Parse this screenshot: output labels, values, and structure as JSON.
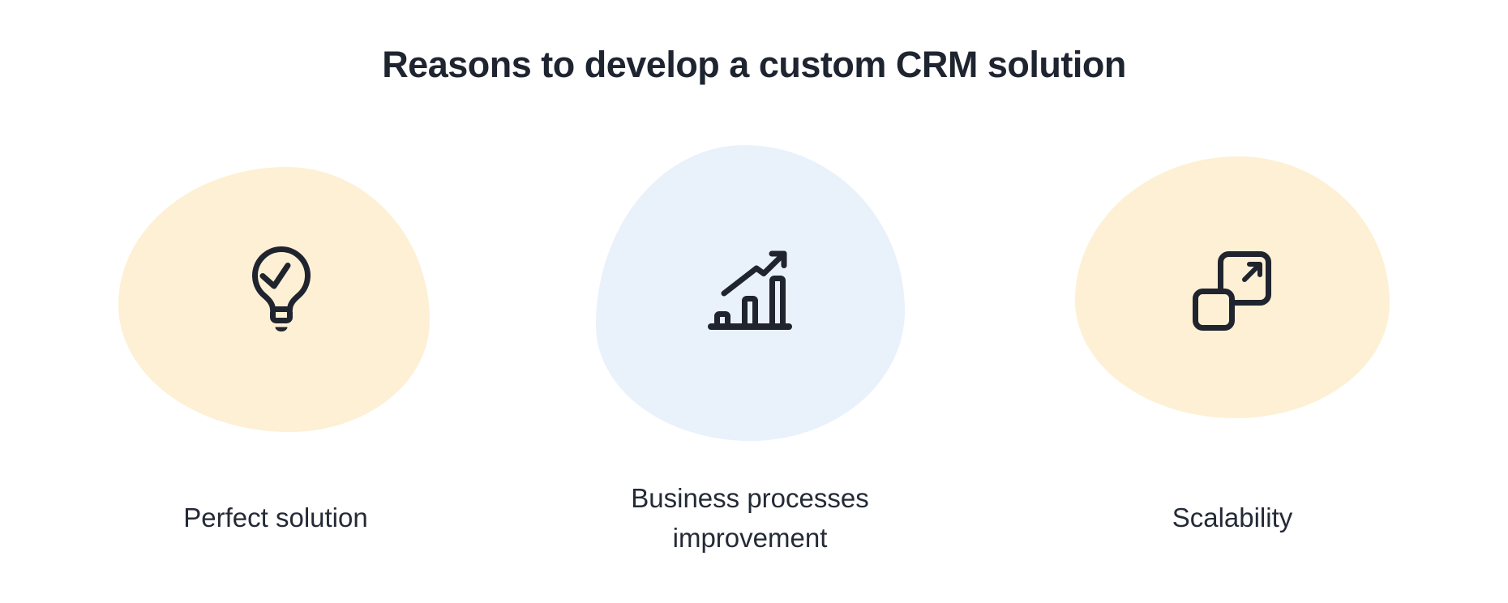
{
  "title": "Reasons to develop a custom CRM solution",
  "colors": {
    "background": "#ffffff",
    "title_text": "#1e2430",
    "label_text": "#242a36",
    "icon_stroke": "#20242e",
    "blob_cream": "#fdf0d4",
    "blob_blue": "#e9f1fb"
  },
  "items": [
    {
      "label": "Perfect solution",
      "icon": "lightbulb-check-icon",
      "blob_color_name": "cream"
    },
    {
      "label": "Business processes improvement",
      "icon": "growth-bar-chart-icon",
      "blob_color_name": "blue"
    },
    {
      "label": "Scalability",
      "icon": "scale-expand-squares-icon",
      "blob_color_name": "cream"
    }
  ]
}
